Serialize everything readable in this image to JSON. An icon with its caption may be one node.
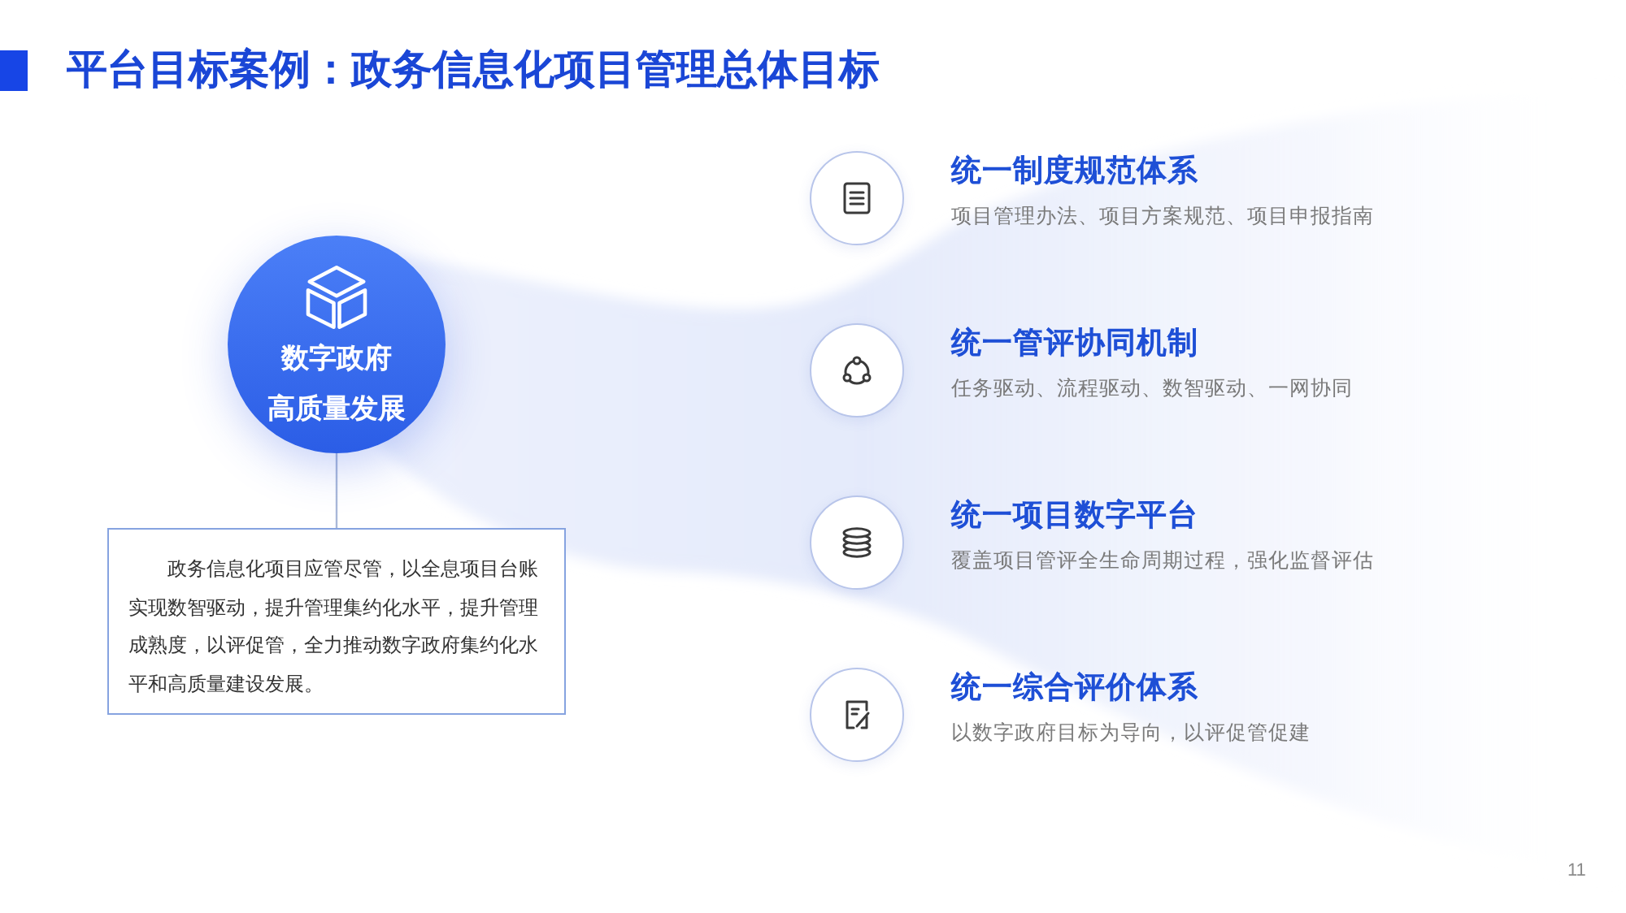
{
  "diagram": {
    "title": "平台目标案例：政务信息化项目管理总体目标",
    "nodes": [
      {
        "text": [
          "数字政府",
          "高质量发展"
        ]
      },
      {
        "text": [
          "政务信息化项目应管尽管，以全息项目台账实现数智驱动，提升管理集约化水平，提升管理成熟度，以评促管，全力推动数字政府集约化水平和高质量建设发展。"
        ]
      },
      {
        "text": [],
        "shape": "circle",
        "beside": [
          "统一制度规范体系",
          "项目管理办法、项目方案规范、项目申报指南"
        ]
      },
      {
        "text": [],
        "shape": "circle",
        "beside": [
          "统一管评协同机制",
          "任务驱动、流程驱动、数智驱动、一网协同"
        ]
      },
      {
        "text": [],
        "shape": "circle",
        "beside": [
          "统一项目数字平台",
          "覆盖项目管评全生命周期过程，强化监督评估"
        ]
      },
      {
        "text": [],
        "shape": "circle",
        "beside": [
          "统一综合评价体系",
          "以数字政府目标为导向，以评促管促建"
        ]
      }
    ],
    "edges": [
      {
        "from": 0,
        "to": 1,
        "arrow": "none"
      }
    ],
    "labels": [
      "11"
    ]
  }
}
